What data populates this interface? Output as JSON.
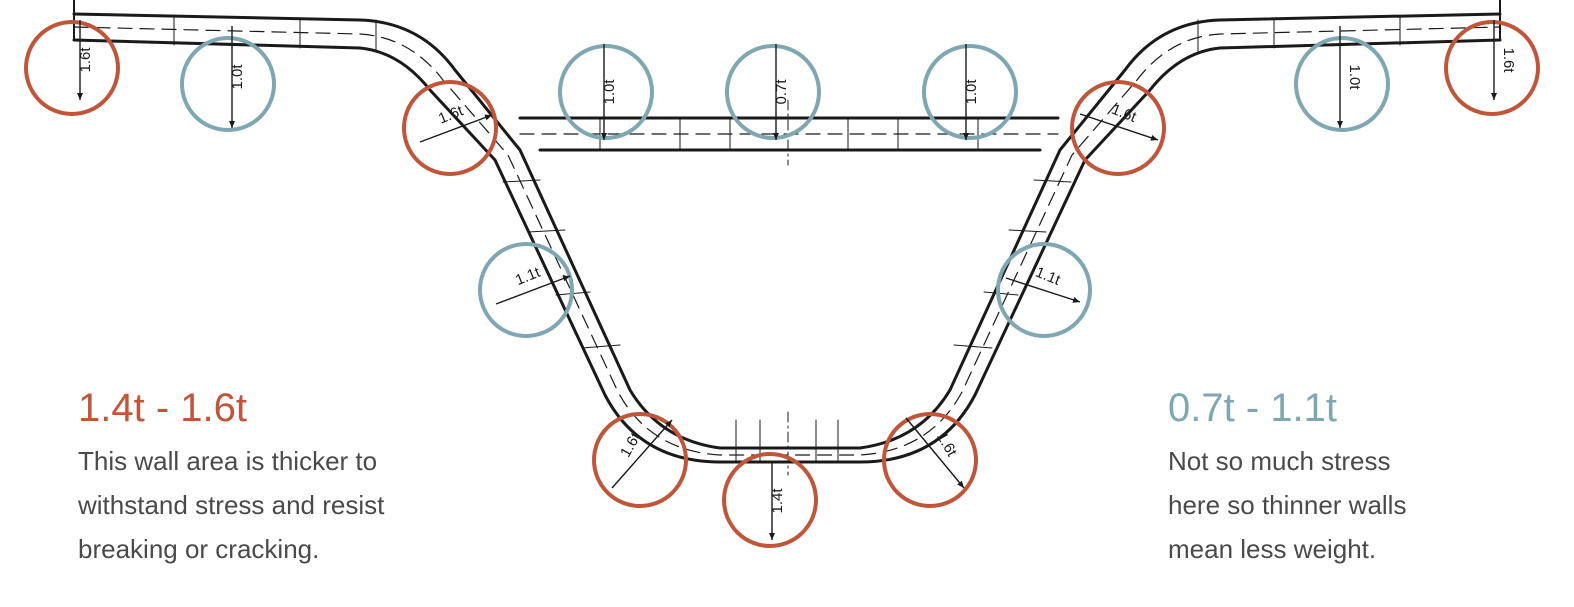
{
  "colors": {
    "thick": "#c0553a",
    "thin": "#7ea6b3",
    "line": "#1a1a1a"
  },
  "callouts": [
    {
      "id": "left-end",
      "label": "1.6t",
      "kind": "thick"
    },
    {
      "id": "left-bar",
      "label": "1.0t",
      "kind": "thin"
    },
    {
      "id": "left-upper-bend",
      "label": "1.6t",
      "kind": "thick"
    },
    {
      "id": "crossbar-left",
      "label": "1.0t",
      "kind": "thin"
    },
    {
      "id": "crossbar-center",
      "label": "0.7t",
      "kind": "thin"
    },
    {
      "id": "crossbar-right",
      "label": "1.0t",
      "kind": "thin"
    },
    {
      "id": "right-upper-bend",
      "label": "1.6t",
      "kind": "thick"
    },
    {
      "id": "right-bar",
      "label": "1.0t",
      "kind": "thin"
    },
    {
      "id": "right-end",
      "label": "1.6t",
      "kind": "thick"
    },
    {
      "id": "left-leg",
      "label": "1.1t",
      "kind": "thin"
    },
    {
      "id": "right-leg",
      "label": "1.1t",
      "kind": "thin"
    },
    {
      "id": "left-lower-bend",
      "label": "1.6t",
      "kind": "thick"
    },
    {
      "id": "bottom-center",
      "label": "1.4t",
      "kind": "thick"
    },
    {
      "id": "right-lower-bend",
      "label": "1.6t",
      "kind": "thick"
    }
  ],
  "legend": {
    "thick": {
      "heading": "1.4t - 1.6t",
      "lines": [
        "This wall area is thicker to",
        "withstand stress and resist",
        "breaking or cracking."
      ]
    },
    "thin": {
      "heading": "0.7t - 1.1t",
      "lines": [
        "Not so much stress",
        "here so thinner walls",
        "mean less weight."
      ]
    }
  }
}
